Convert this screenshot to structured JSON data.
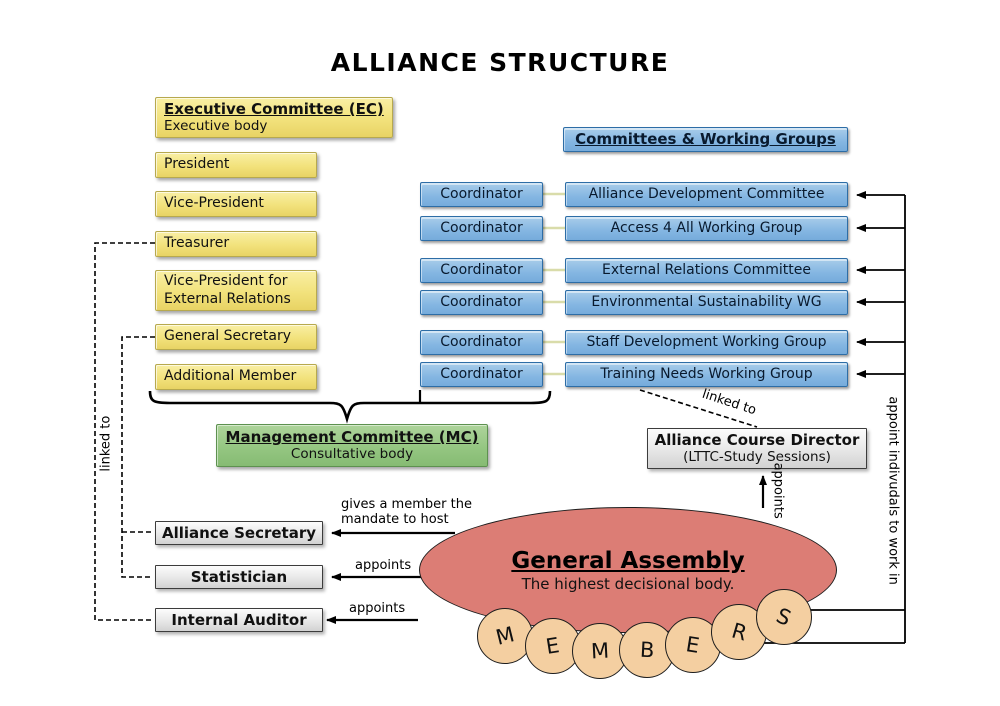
{
  "title": "ALLIANCE STRUCTURE",
  "palette": {
    "yellow": "#f2e27c",
    "blue": "#84b6e2",
    "green": "#93c580",
    "gray": "#e9e9e9",
    "assembly_red": "#dc7d75",
    "member_tan": "#f4cfa1"
  },
  "executive_committee": {
    "title": "Executive Committee (EC)",
    "subtitle": "Executive body"
  },
  "ec_roles": [
    "President",
    "Vice-President",
    "Treasurer",
    "Vice-President for External Relations",
    "General Secretary",
    "Additional Member"
  ],
  "committees_header": "Committees & Working Groups",
  "coordinator_label": "Coordinator",
  "committees": [
    "Alliance Development Committee",
    "Access 4 All Working Group",
    "External Relations Committee",
    "Environmental Sustainability WG",
    "Staff Development Working Group",
    "Training Needs Working Group"
  ],
  "management_committee": {
    "title": "Management Committee (MC)",
    "subtitle": "Consultative body"
  },
  "course_director": {
    "title": "Alliance Course Director",
    "subtitle": "(LTTC-Study Sessions)"
  },
  "officers": [
    "Alliance Secretary",
    "Statistician",
    "Internal Auditor"
  ],
  "general_assembly": {
    "title": "General Assembly",
    "subtitle": "The highest decisional body."
  },
  "members_letters": [
    "M",
    "E",
    "M",
    "B",
    "E",
    "R",
    "S"
  ],
  "labels": {
    "linked_to_left": "linked to",
    "linked_to_course_director": "linked to",
    "appoints_course_director": "appoints",
    "appoint_individuals": "appoint indivudals to work in",
    "mandate_line1": "gives a member the",
    "mandate_line2": "mandate to host",
    "appoints_statistician": "appoints",
    "appoints_internal_auditor": "appoints"
  }
}
